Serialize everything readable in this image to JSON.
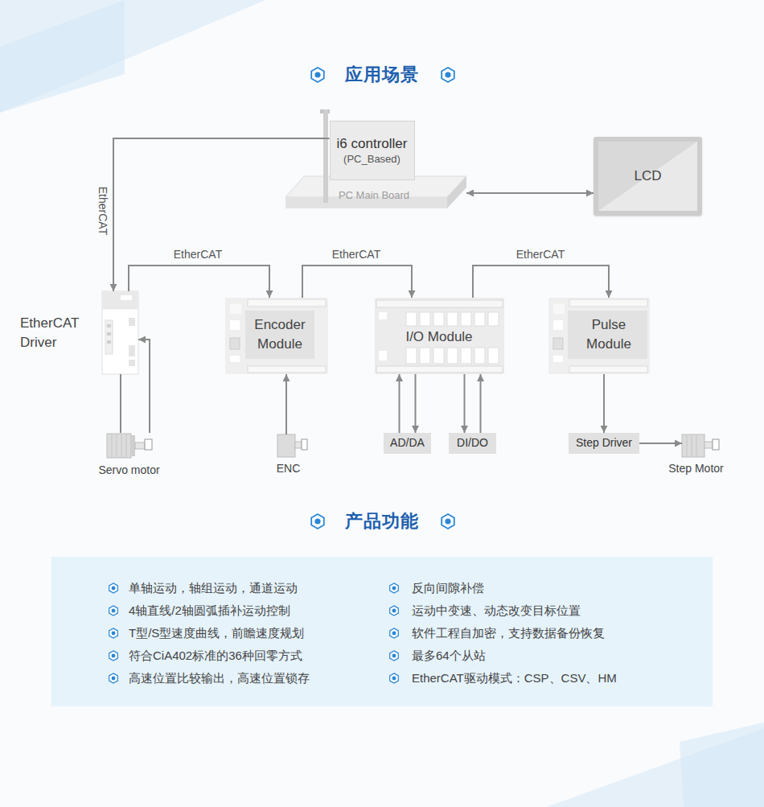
{
  "diagram": {
    "nodes": [
      {
        "text": [
          "i6 controller",
          "(PC_Based)"
        ]
      },
      {
        "text": [
          "PC Main Board"
        ]
      },
      {
        "text": [
          "LCD"
        ]
      },
      {
        "text": [
          "EtherCAT Driver"
        ]
      },
      {
        "text": [
          "Encoder Module"
        ]
      },
      {
        "text": [
          "I/O Module"
        ]
      },
      {
        "text": [
          "Pulse Module"
        ]
      },
      {
        "text": [
          "Servo motor"
        ]
      },
      {
        "text": [
          "ENC"
        ]
      },
      {
        "text": [
          "AD/DA"
        ]
      },
      {
        "text": [
          "DI/DO"
        ]
      },
      {
        "text": [
          "Step Driver"
        ]
      },
      {
        "text": [
          "Step Motor"
        ]
      },
      {
        "text": [
          "单轴运动，轴组运动，通道运动",
          "4轴直线/2轴圆弧插补运动控制",
          "T型/S型速度曲线，前瞻速度规划",
          "符合CiA402标准的36种回零方式",
          "高速位置比较输出，高速位置锁存",
          "反向间隙补偿",
          "运动中变速、动态改变目标位置",
          "软件工程自加密，支持数据备份恢复",
          "最多64个从站",
          "EtherCAT驱动模式：CSP、CSV、HM"
        ]
      }
    ],
    "edges": [
      {
        "from": 0,
        "to": 3,
        "label": "EtherCAT",
        "arrow": "to"
      },
      {
        "from": 3,
        "to": 4,
        "label": "EtherCAT",
        "arrow": "to"
      },
      {
        "from": 4,
        "to": 5,
        "label": "EtherCAT",
        "arrow": "to"
      },
      {
        "from": 5,
        "to": 6,
        "label": "EtherCAT",
        "arrow": "to"
      },
      {
        "from": 1,
        "to": 2,
        "arrow": "both"
      },
      {
        "from": 3,
        "to": 7,
        "arrow": "none"
      },
      {
        "from": 7,
        "to": 3,
        "arrow": "to"
      },
      {
        "from": 8,
        "to": 4,
        "arrow": "to"
      },
      {
        "from": 9,
        "to": 5,
        "arrow": "to"
      },
      {
        "from": 5,
        "to": 9,
        "arrow": "to"
      },
      {
        "from": 5,
        "to": 10,
        "arrow": "to"
      },
      {
        "from": 10,
        "to": 5,
        "arrow": "to"
      },
      {
        "from": 6,
        "to": 11,
        "arrow": "to"
      },
      {
        "from": 11,
        "to": 12,
        "arrow": "to"
      }
    ],
    "labels": [
      "应用场景",
      "产品功能"
    ]
  }
}
